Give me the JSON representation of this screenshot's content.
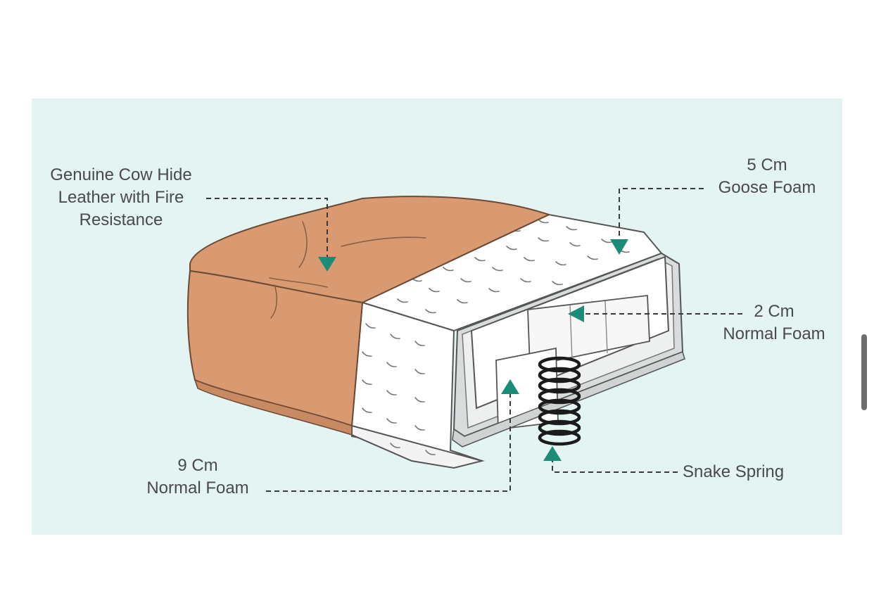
{
  "colors": {
    "panel_background": "#e3f4f3",
    "leather": "#d99a72",
    "leather_shadow": "#c98a63",
    "foam": "#ffffff",
    "goose_foam": "#d9dcdc",
    "arrow_accent": "#1c8c78",
    "text": "#4a4a4a"
  },
  "labels": {
    "leather": {
      "line1": "Genuine Cow Hide",
      "line2": "Leather with Fire",
      "line3": "Resistance"
    },
    "goose_foam": {
      "line1": "5 Cm",
      "line2": "Goose Foam"
    },
    "normal_foam_2": {
      "line1": "2 Cm",
      "line2": "Normal Foam"
    },
    "normal_foam_9": {
      "line1": "9 Cm",
      "line2": "Normal Foam"
    },
    "snake_spring": {
      "line1": "Snake Spring"
    }
  }
}
